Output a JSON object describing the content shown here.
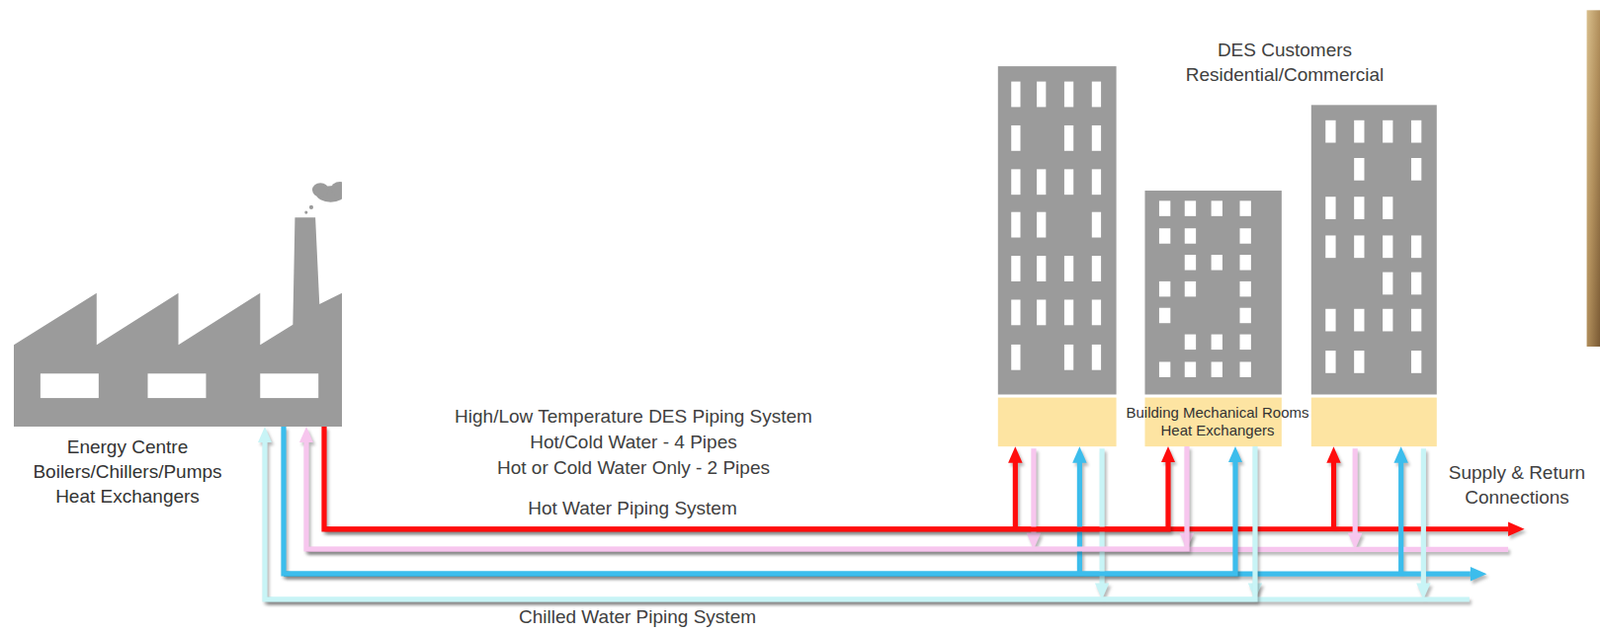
{
  "diagram": {
    "nodes": [
      {
        "text": [
          "Energy Centre Boilers/Chillers/Pumps Heat Exchangers"
        ]
      },
      {
        "text": [
          "Building Mechanical Rooms Heat Exchangers"
        ]
      }
    ],
    "edges": [
      {
        "from": 0,
        "to": 1,
        "arrow": "to"
      },
      {
        "from": 1,
        "to": 0,
        "arrow": "to"
      },
      {
        "from": 0,
        "to": 1,
        "arrow": "to"
      },
      {
        "from": 1,
        "to": 0,
        "arrow": "to"
      }
    ],
    "labels": [
      "DES Customers Residential/Commercial",
      "High/Low Temperature DES Piping System",
      "Hot/Cold Water - 4 Pipes",
      "Hot or Cold Water Only - 2 Pipes",
      "Hot Water Piping System",
      "Supply & Return Connections",
      "Chilled Water Piping System"
    ]
  }
}
